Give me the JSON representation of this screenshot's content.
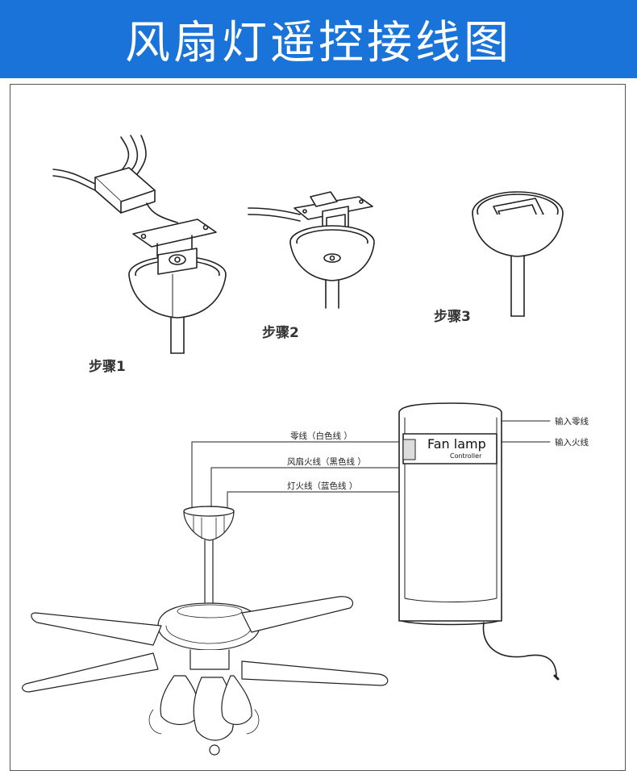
{
  "title": "风扇灯遥控接线图",
  "steps": [
    {
      "label": "步骤1"
    },
    {
      "label": "步骤2"
    },
    {
      "label": "步骤3"
    }
  ],
  "wires": [
    {
      "label": "零线（白色线 ）"
    },
    {
      "label": "风扇火线（黑色线 ）"
    },
    {
      "label": "灯火线（蓝色线 ）"
    }
  ],
  "terminals": [
    {
      "label": "输入零线"
    },
    {
      "label": "输入火线"
    }
  ],
  "controller": {
    "name": "Fan lamp",
    "subtitle": "Controller"
  },
  "colors": {
    "banner": "#1a73d9",
    "line": "#222222"
  }
}
